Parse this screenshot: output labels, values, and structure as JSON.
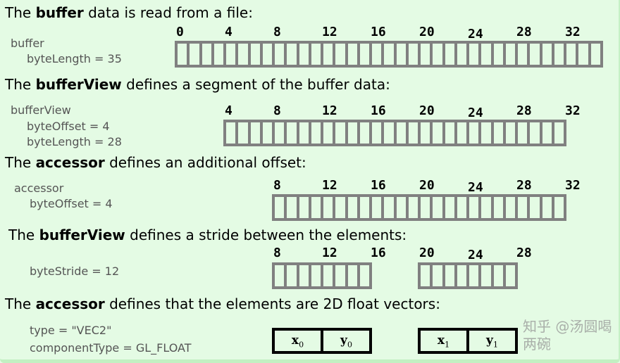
{
  "sections": [
    {
      "heading": {
        "prefix": "The ",
        "bold": "buffer",
        "suffix": " data is read from a file:"
      },
      "props": [
        "buffer",
        "byteLength = 35"
      ],
      "ticks": [
        0,
        4,
        8,
        12,
        16,
        20,
        24,
        28,
        32
      ],
      "groups": [
        [
          0,
          35
        ]
      ]
    },
    {
      "heading": {
        "prefix": "The ",
        "bold": "bufferView",
        "suffix": " defines a segment of the buffer data:"
      },
      "props": [
        "bufferView",
        "byteOffset = 4",
        "byteLength = 28"
      ],
      "ticks": [
        4,
        8,
        12,
        16,
        20,
        24,
        28,
        32
      ],
      "groups": [
        [
          4,
          32
        ]
      ]
    },
    {
      "heading": {
        "prefix": "The ",
        "bold": "accessor",
        "suffix": " defines an additional offset:"
      },
      "props": [
        "accessor",
        "byteOffset = 4"
      ],
      "ticks": [
        8,
        12,
        16,
        20,
        24,
        28,
        32
      ],
      "groups": [
        [
          8,
          32
        ]
      ]
    },
    {
      "heading": {
        "prefix": "The ",
        "bold": "bufferView",
        "suffix": " defines a stride between the elements:"
      },
      "props": [
        "byteStride = 12"
      ],
      "ticks": [
        8,
        12,
        16,
        20,
        24,
        28
      ],
      "groups": [
        [
          8,
          16
        ],
        [
          20,
          28
        ]
      ]
    },
    {
      "heading": {
        "prefix": "The ",
        "bold": "accessor",
        "suffix": " defines that the elements are 2D float vectors:"
      },
      "props": [
        "type = \"VEC2\"",
        "componentType = GL_FLOAT"
      ],
      "vectors": [
        {
          "start": 8,
          "components": [
            {
              "name": "x",
              "sub": "0"
            },
            {
              "name": "y",
              "sub": "0"
            }
          ]
        },
        {
          "start": 20,
          "components": [
            {
              "name": "x",
              "sub": "1"
            },
            {
              "name": "y",
              "sub": "1"
            }
          ]
        }
      ]
    }
  ],
  "watermark": "知乎 @汤圆喝两碗",
  "colors": {
    "background": "#e4fbe4",
    "cell_border": "#808080",
    "vector_border": "#000000",
    "property_text": "#555555"
  }
}
